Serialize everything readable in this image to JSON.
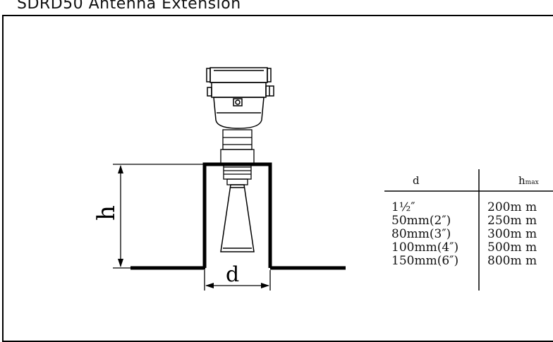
{
  "title": "SDRD50 Antenna Extension",
  "diagram": {
    "label_h": "h",
    "label_d": "d"
  },
  "table": {
    "header_d": "d",
    "header_h": "h",
    "header_h_sub": "max",
    "rows": [
      {
        "d": "1½″",
        "h": "200m m"
      },
      {
        "d": "50mm(2″)",
        "h": "250m m"
      },
      {
        "d": "80mm(3″)",
        "h": "300m m"
      },
      {
        "d": "100mm(4″)",
        "h": "500m m"
      },
      {
        "d": "150mm(6″)",
        "h": "800m m"
      }
    ]
  }
}
